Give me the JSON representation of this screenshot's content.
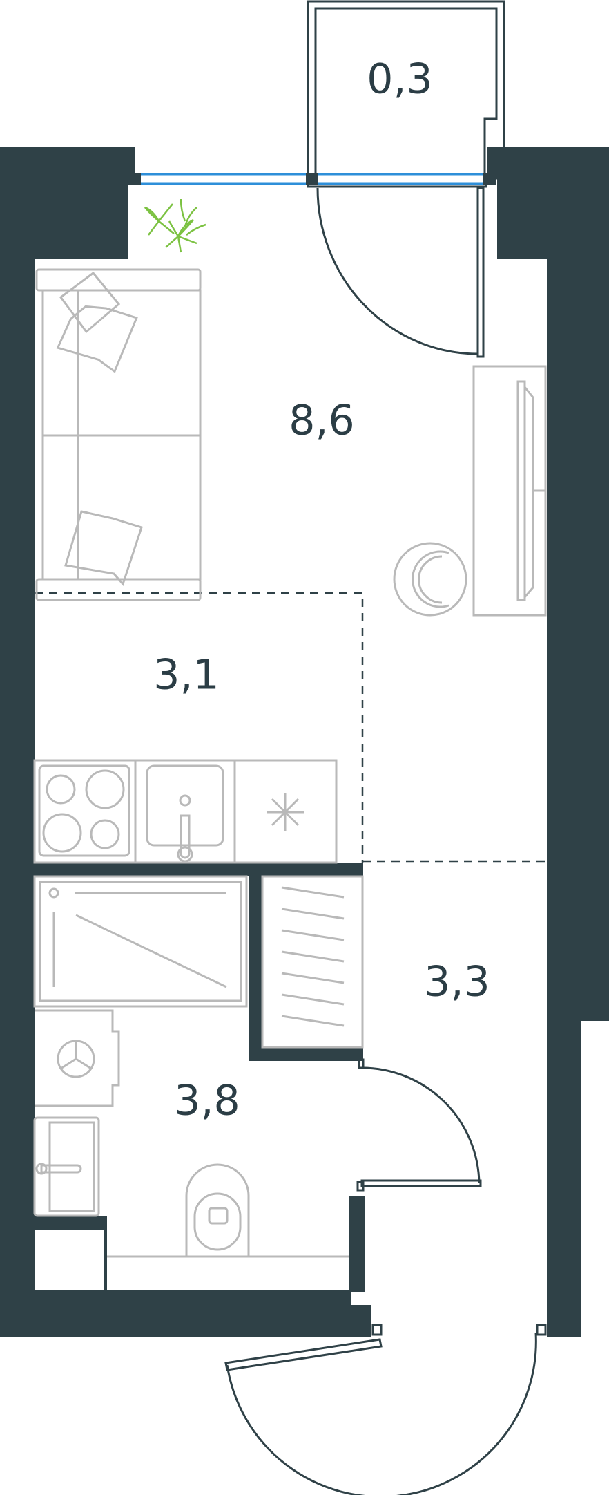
{
  "rooms": {
    "balcony": {
      "area": "0,3"
    },
    "living": {
      "area": "8,6"
    },
    "kitchen": {
      "area": "3,1"
    },
    "hall": {
      "area": "3,3"
    },
    "bathroom": {
      "area": "3,8"
    }
  },
  "colors": {
    "wall": "#2f4147",
    "text": "#2b3d45",
    "furniture": "#b9b9b9",
    "window": "#2e8fd9",
    "plant": "#7cc242"
  }
}
